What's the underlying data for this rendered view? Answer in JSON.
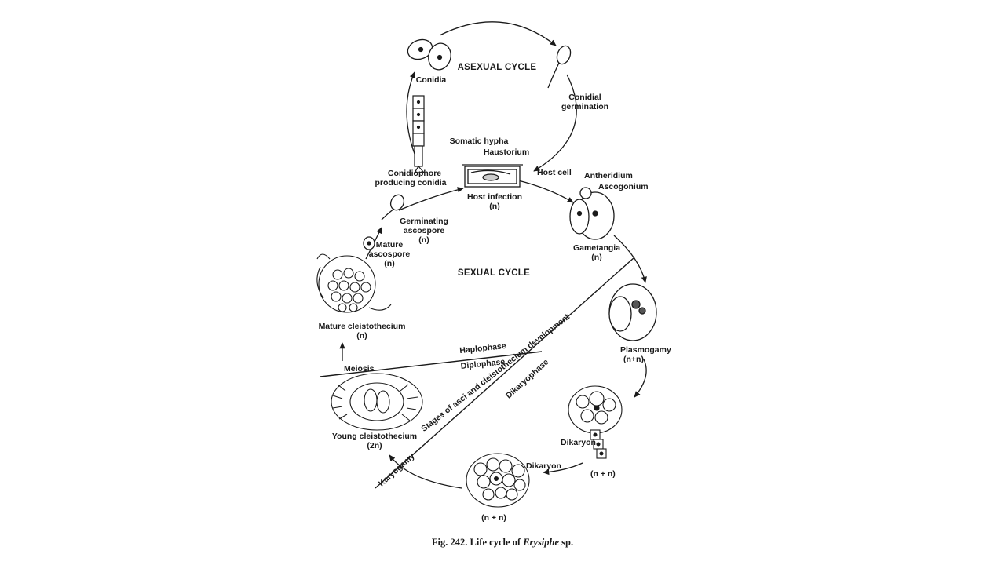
{
  "diagram": {
    "cycles": {
      "asexual": "ASEXUAL CYCLE",
      "sexual": "SEXUAL CYCLE"
    },
    "labels": {
      "conidia": "Conidia",
      "conidial_germination_1": "Conidial",
      "conidial_germination_2": "germination",
      "somatic_hypha": "Somatic hypha",
      "haustorium": "Haustorium",
      "host_cell": "Host cell",
      "conidiophore_1": "Conidiophore",
      "conidiophore_2": "producing conidia",
      "host_infection": "Host infection",
      "host_infection_ploidy": "(n)",
      "antheridium": "Antheridium",
      "ascogonium": "Ascogonium",
      "germinating_1": "Germinating",
      "germinating_2": "ascospore",
      "germinating_ploidy": "(n)",
      "mature_asco_1": "Mature",
      "mature_asco_2": "ascospore",
      "mature_asco_ploidy": "(n)",
      "gametangia": "Gametangia",
      "gametangia_ploidy": "(n)",
      "mature_cleisto": "Mature cleistothecium",
      "mature_cleisto_ploidy": "(n)",
      "haplophase": "Haplophase",
      "diplophase": "Diplophase",
      "meiosis": "Meiosis",
      "dikaryophase": "Dikaryophase",
      "plasmogamy": "Plasmogamy",
      "plasmogamy_ploidy": "(n+n)",
      "stages": "Stages of asci and cleistothecium development",
      "young_cleisto": "Young cleistothecium",
      "young_cleisto_ploidy": "(2n)",
      "karyogamy": "Karyogamy",
      "dikaryon_1": "Dikaryon",
      "dikaryon_2": "Dikaryon",
      "nn_right": "(n + n)",
      "nn_bottom": "(n + n)"
    },
    "caption_prefix": "Fig.  242.  Life cycle of ",
    "caption_genus": "Erysiphe",
    "caption_suffix": " sp."
  }
}
